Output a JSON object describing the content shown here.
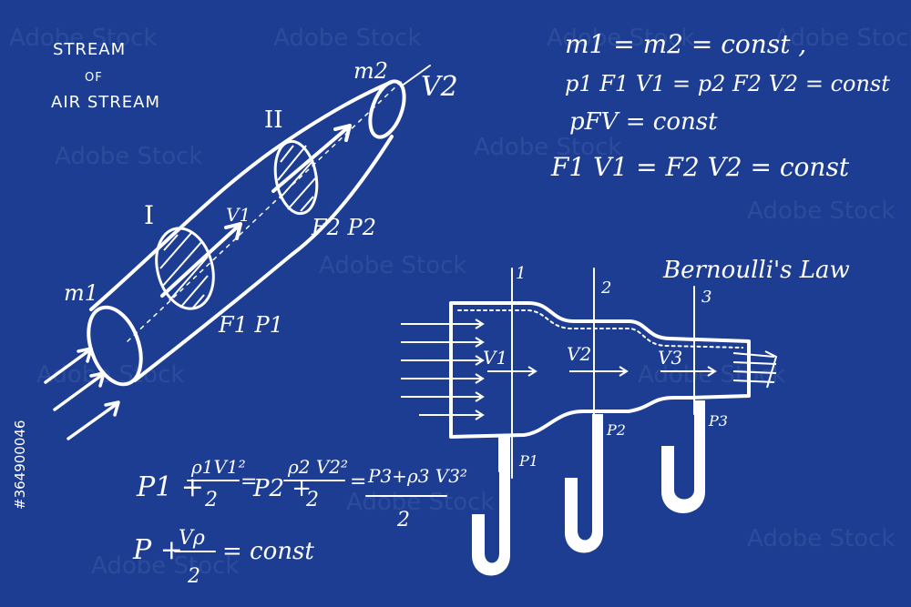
{
  "colors": {
    "background": "#1c3d92",
    "ink": "#ffffff"
  },
  "watermark": {
    "text": "Adobe Stock"
  },
  "stock_id": "#364900046",
  "pipe": {
    "title_line1": "STREAM",
    "title_line2": "OF",
    "title_line3": "AIR STREAM",
    "m1": "m1",
    "m2": "m2",
    "v2": "V2",
    "v1": "V1",
    "section_1": "I",
    "section_2": "II",
    "f1p1": "F1 P1",
    "f2p2": "F2 P2"
  },
  "equations": {
    "line1": "m1 = m2 = const ,",
    "line2": "p1 F1 V1 = p2 F2 V2 = const",
    "line3": "pFV = const",
    "line4": "F1 V1 = F2 V2 = const"
  },
  "bernoulli": {
    "title": "Bernoulli's Law",
    "sec1": "1",
    "sec2": "2",
    "sec3": "3",
    "v1": "V1",
    "v2": "V2",
    "v3": "V3",
    "p1": "P1",
    "p2": "P2",
    "p3": "P3"
  },
  "formula": {
    "term1": "P1 +",
    "num1": "ρ1V1²",
    "eq1": "=",
    "term2": "P2 +",
    "num2": "ρ2 V2²",
    "eq2": "=",
    "num3": "P3+ρ3 V3²",
    "den": "2",
    "line2_lhs": "P +",
    "line2_num": "Vρ",
    "line2_rhs": "= const"
  }
}
